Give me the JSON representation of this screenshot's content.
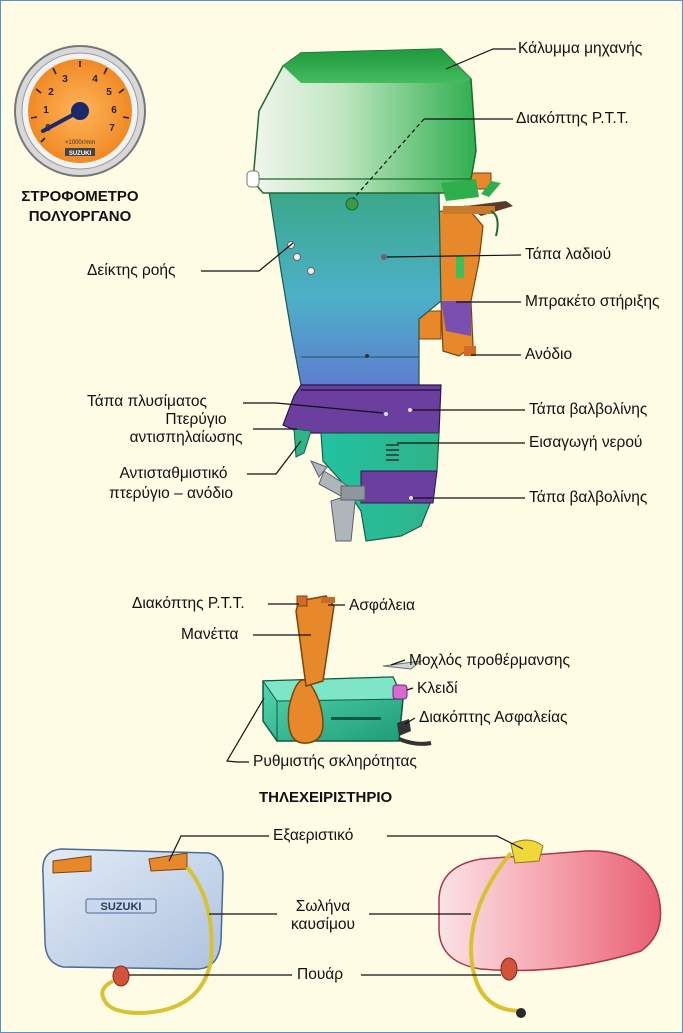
{
  "gauge": {
    "title_line1": "ΣΤΡΟΦΟΜΕΤΡΟ",
    "title_line2": "ΠΟΛΥΟΡΓΑΝΟ",
    "dial_numbers": [
      "0",
      "1",
      "2",
      "3",
      "4",
      "5",
      "6",
      "7"
    ],
    "dial_unit": "×1000r/min",
    "brand": "SUZUKI"
  },
  "engine": {
    "labels": {
      "cowling": "Κάλυμμα μηχανής",
      "ptt_switch": "Διακόπτης P.T.T.",
      "flow_indicator": "Δείκτης ροής",
      "oil_plug": "Τάπα λαδιού",
      "bracket": "Μπρακέτο στήριξης",
      "anode": "Ανόδιο",
      "flush_plug": "Τάπα πλυσίματος",
      "gear_oil_plug_upper": "Τάπα βαλβολίνης",
      "anti_cav_line1": "Πτερύγιο",
      "anti_cav_line2": "αντισπηλαίωσης",
      "water_intake": "Εισαγωγή νερού",
      "trim_tab_line1": "Αντισταθμιστικό",
      "trim_tab_line2": "πτερύγιο – ανόδιο",
      "gear_oil_plug_lower": "Τάπα βαλβολίνης"
    }
  },
  "remote": {
    "title": "ΤΗΛΕΧΕΙΡΙΣΤΗΡΙΟ",
    "labels": {
      "ptt_switch": "Διακόπτης P.T.T.",
      "fuse": "Ασφάλεια",
      "handle": "Μανέττα",
      "warmup_lever": "Μοχλός προθέρμανσης",
      "key": "Κλειδί",
      "safety_switch": "Διακόπτης Ασφαλείας",
      "tension_adjuster": "Ρυθμιστής σκληρότητας"
    }
  },
  "tanks": {
    "labels": {
      "vent": "Εξαεριστικό",
      "fuel_hose_line1": "Σωλήνα",
      "fuel_hose_line2": "καυσίμου",
      "primer_bulb": "Πουάρ"
    },
    "brand": "SUZUKI"
  },
  "colors": {
    "border": "#5a8fc8",
    "background": "#fffce6",
    "cowling_green": "#3fb85a",
    "leg_teal": "#2ab8a0",
    "purple": "#6a3fa0",
    "orange": "#e8872a",
    "tank_blue": "#c9d8ec",
    "tank_red": "#f07a8a",
    "hose_yellow": "#d8c234"
  }
}
